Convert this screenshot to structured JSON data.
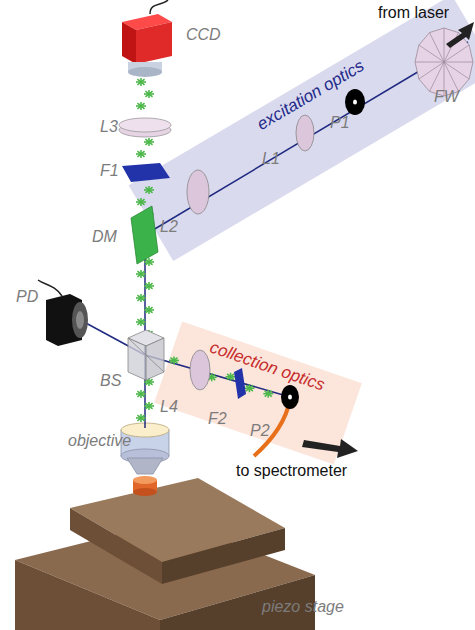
{
  "diagram": {
    "nodes": [
      {
        "text": [
          "excitation optics"
        ]
      },
      {
        "text": [
          "collection optics"
        ]
      }
    ],
    "labels": [
      "from laser",
      "CCD",
      "L3",
      "F1",
      "DM",
      "L2",
      "L1",
      "P1",
      "FW",
      "PD",
      "BS",
      "L4",
      "F2",
      "P2",
      "objective",
      "to spectrometer",
      "piezo stage"
    ]
  }
}
